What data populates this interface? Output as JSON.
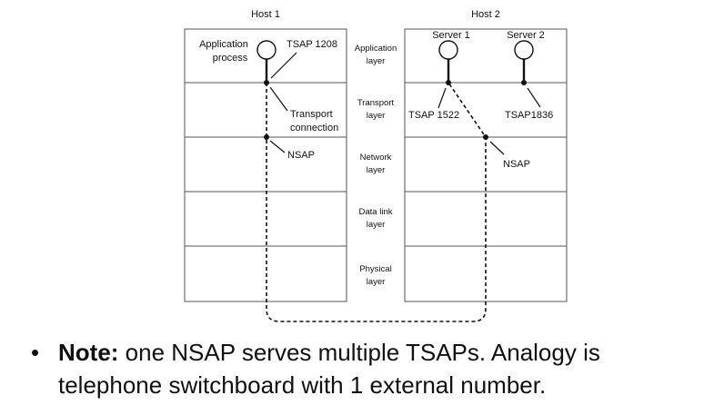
{
  "host1": {
    "title": "Host 1",
    "application_process": [
      "Application",
      "process"
    ],
    "tsap": "TSAP 1208",
    "transport_connection": [
      "Transport",
      "connection"
    ],
    "nsap": "NSAP"
  },
  "host2": {
    "title": "Host 2",
    "server1": "Server 1",
    "server2": "Server 2",
    "tsap1": "TSAP 1522",
    "tsap2": "TSAP1836",
    "nsap": "NSAP"
  },
  "layers": [
    [
      "Application",
      "layer"
    ],
    [
      "Transport",
      "layer"
    ],
    [
      "Network",
      "layer"
    ],
    [
      "Data link",
      "layer"
    ],
    [
      "Physical",
      "layer"
    ]
  ],
  "note": {
    "label": "Note:",
    "line1": " one NSAP serves multiple TSAPs. Analogy is",
    "line2": "telephone switchboard with 1 external number."
  }
}
